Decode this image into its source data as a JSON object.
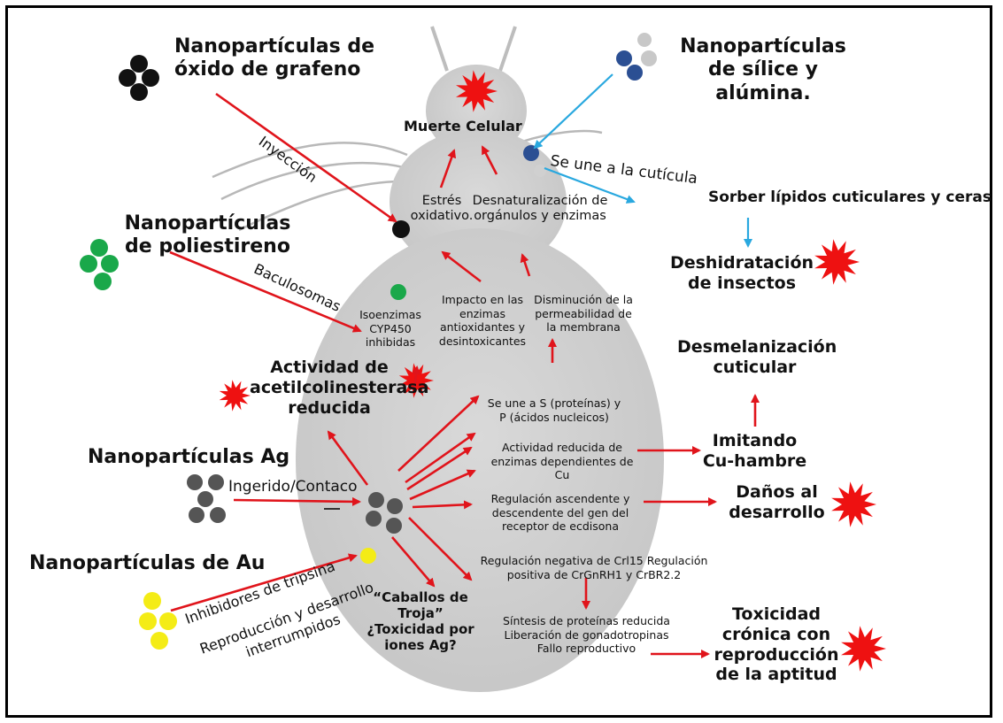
{
  "nanoparticles": {
    "graphene": "Nanopartículas de óxido de grafeno",
    "silica": "Nanopartículas de sílice y alúmina.",
    "polystyrene": "Nanopartículas de poliestireno",
    "silver": "Nanopartículas Ag",
    "gold": "Nanopartículas de Au"
  },
  "routes": {
    "injection": "Inyección",
    "cuticle_bind": "Se une a la cutícula",
    "baculosomes": "Baculosomas",
    "ingested": "Ingerido/Contaco",
    "trypsin": "Inhibidores de tripsina",
    "reproduction": "Reproducción y desarrollo interrumpidos"
  },
  "effects": {
    "cell_death": "Muerte Celular",
    "oxidative_stress": "Estrés oxidativo.",
    "denaturation": "Desnaturalización de orgánulos y enzimas",
    "impact_enzymes": "Impacto en las enzimas antioxidantes y desintoxicantes",
    "permeability": "Disminución de la permeabilidad de la membrana",
    "cyp450": "Isoenzimas CYP450 inhibidas",
    "ache": "Actividad de acetilcolinesterasa reducida",
    "binds_sp": "Se une a S (proteínas) y P (ácidos nucleicos)",
    "cu_enzymes": "Actividad reducida de enzimas dependientes de Cu",
    "ecdysone": "Regulación ascendente y descendente del gen del receptor de ecdisona",
    "crl15": "Regulación negativa de Crl15 Regulación positiva de CrGnRH1 y CrBR2.2",
    "protein_synthesis": "Síntesis de proteínas reducida Liberación de gonadotropinas Fallo reproductivo",
    "trojan": "“Caballos de Troja” ¿Toxicidad por iones Ag?",
    "lipids": "Sorber lípidos cuticulares y ceras",
    "dehydration": "Deshidratación de insectos",
    "demelanization": "Desmelanización cuticular",
    "cu_starvation": "Imitando Cu-hambre",
    "dev_damage": "Daños al desarrollo",
    "chronic": "Toxicidad crónica con reproducción de la aptitud"
  },
  "colors": {
    "arrow_red": "#e0141b",
    "arrow_blue": "#29a8df",
    "body_gray": "#cfcfcf",
    "burst_red": "#ee1111",
    "graphene_np": "#111111",
    "silica_np": "#2b4f93",
    "alumina_np": "#c8c8c8",
    "polystyrene_np": "#1aa84a",
    "silver_np": "#555555",
    "gold_np": "#f4ec16"
  }
}
